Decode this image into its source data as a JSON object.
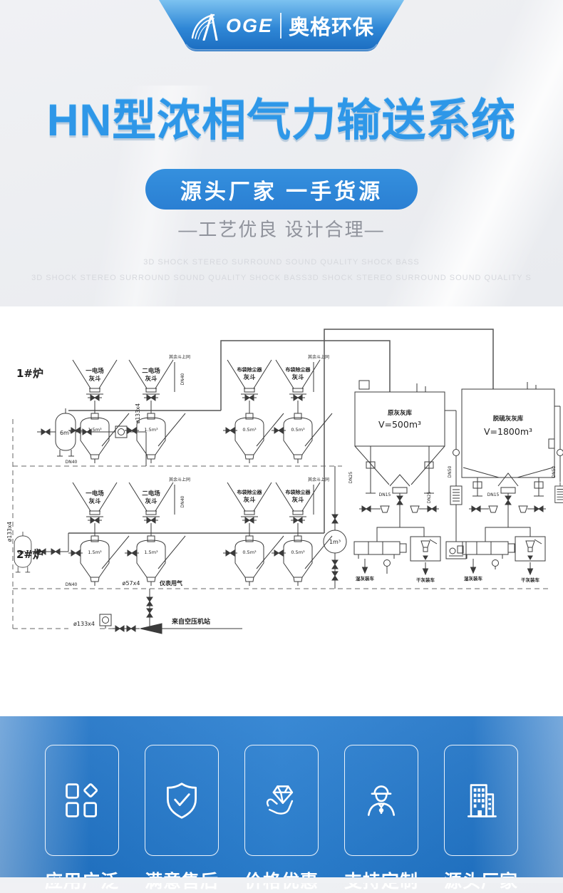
{
  "colors": {
    "accent_blue": "#2E97E8",
    "badge_blue": "#2B80D3",
    "band_blue": "#2174C6",
    "banner_blue_top": "#7CC2F0",
    "banner_blue_bottom": "#1B6CC0"
  },
  "header": {
    "logo_text": "OGE",
    "brand": "奥格环保"
  },
  "hero": {
    "title": "HN型浓相气力输送系统",
    "badge": "源头厂家 一手货源",
    "tagline": "—工艺优良 设计合理—",
    "watermark_line1": "3D SHOCK STEREO SURROUND SOUND QUALITY SHOCK BASS",
    "watermark_line2": "3D SHOCK STEREO SURROUND SOUND QUALITY SHOCK BASS3D SHOCK STEREO SURROUND SOUND QUALITY S"
  },
  "diagram": {
    "furnace_1": "1#炉",
    "furnace_2": "2#炉",
    "hopper_field_1": "一电场",
    "hopper_field_2": "二电场",
    "hopper_bag": "布袋除尘器",
    "hopper_sub": "灰斗",
    "note_other_hoppers": "其余斗上同",
    "vessel_esp_volume": "1.5m³",
    "vessel_bag_volume": "0.5m³",
    "air_tank_volume": "6m³",
    "buffer_tank_volume": "1m³",
    "silo_1_name": "原灰灰库",
    "silo_1_volume": "V=500m³",
    "silo_2_name": "脱硫灰灰库",
    "silo_2_volume": "V=1800m³",
    "pipe_main": "ø133x4",
    "pipe_branch": "ø57x4",
    "branch_use": "仪表用气",
    "from_compressor": "来自空压机站",
    "dn40": "DN40",
    "dn50": "DN50",
    "dn25": "DN25",
    "dn15": "DN15",
    "wet_ash_loading": "湿灰装车",
    "dry_ash_loading": "干灰装车"
  },
  "features": {
    "items": [
      {
        "icon": "apps-icon",
        "label": "应用广泛"
      },
      {
        "icon": "shield-check-icon",
        "label": "满意售后"
      },
      {
        "icon": "hand-diamond-icon",
        "label": "价格优惠"
      },
      {
        "icon": "engineer-icon",
        "label": "支持定制"
      },
      {
        "icon": "building-icon",
        "label": "源头厂家"
      }
    ]
  }
}
